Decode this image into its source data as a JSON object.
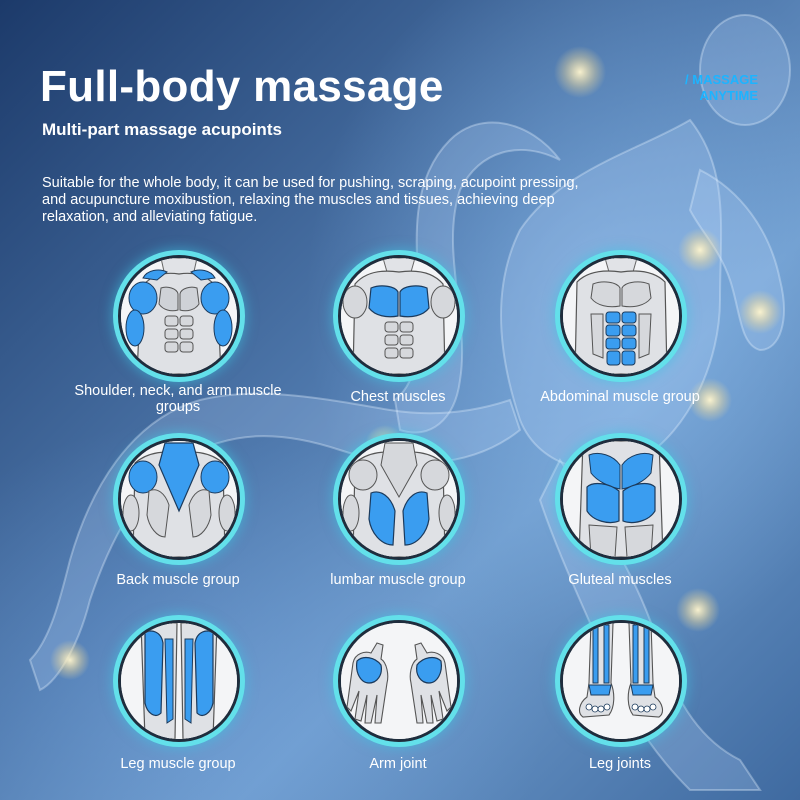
{
  "header": {
    "title": "Full-body massage",
    "subtitle": "Multi-part massage acupoints",
    "description": "Suitable for the whole body, it can be used for pushing, scraping, acupoint pressing, and acupuncture moxibustion, relaxing the muscles and tissues, achieving deep relaxation, and alleviating fatigue.",
    "tag_line1": "/ MASSAGE",
    "tag_line2": "ANYTIME"
  },
  "colors": {
    "accent_blue": "#1db4ff",
    "muscle_highlight": "#3a9df0",
    "ring_cyan": "#63e0ea"
  },
  "parts": [
    {
      "label": "Shoulder, neck, and arm muscle groups",
      "icon": "shoulder-arm-muscles-icon"
    },
    {
      "label": "Chest muscles",
      "icon": "chest-muscles-icon"
    },
    {
      "label": "Abdominal muscle group",
      "icon": "abdominal-muscles-icon"
    },
    {
      "label": "Back muscle group",
      "icon": "back-muscles-icon"
    },
    {
      "label": "lumbar muscle group",
      "icon": "lumbar-muscles-icon"
    },
    {
      "label": "Gluteal muscles",
      "icon": "gluteal-muscles-icon"
    },
    {
      "label": "Leg muscle group",
      "icon": "leg-muscles-icon"
    },
    {
      "label": "Arm joint",
      "icon": "arm-joint-icon"
    },
    {
      "label": "Leg joints",
      "icon": "leg-joints-icon"
    }
  ]
}
